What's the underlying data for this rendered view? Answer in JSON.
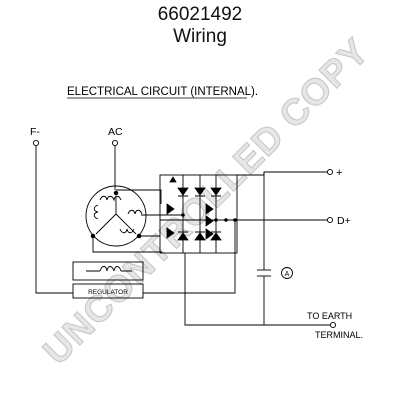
{
  "header": {
    "part_number": "66021492",
    "subtitle": "Wiring"
  },
  "diagram": {
    "heading": "ELECTRICAL CIRCUIT (INTERNAL).",
    "terminals": {
      "field": "F-",
      "ac": "AC",
      "positive": "+",
      "d_plus": "D+"
    },
    "regulator_label": "REGULATOR",
    "capacitor_marker": "A",
    "earth_line1": "TO EARTH",
    "earth_line2": "TERMINAL."
  },
  "watermark": "UNCONTROLLED COPY",
  "colors": {
    "line": "#000000",
    "watermark": "#c8c8c8"
  }
}
